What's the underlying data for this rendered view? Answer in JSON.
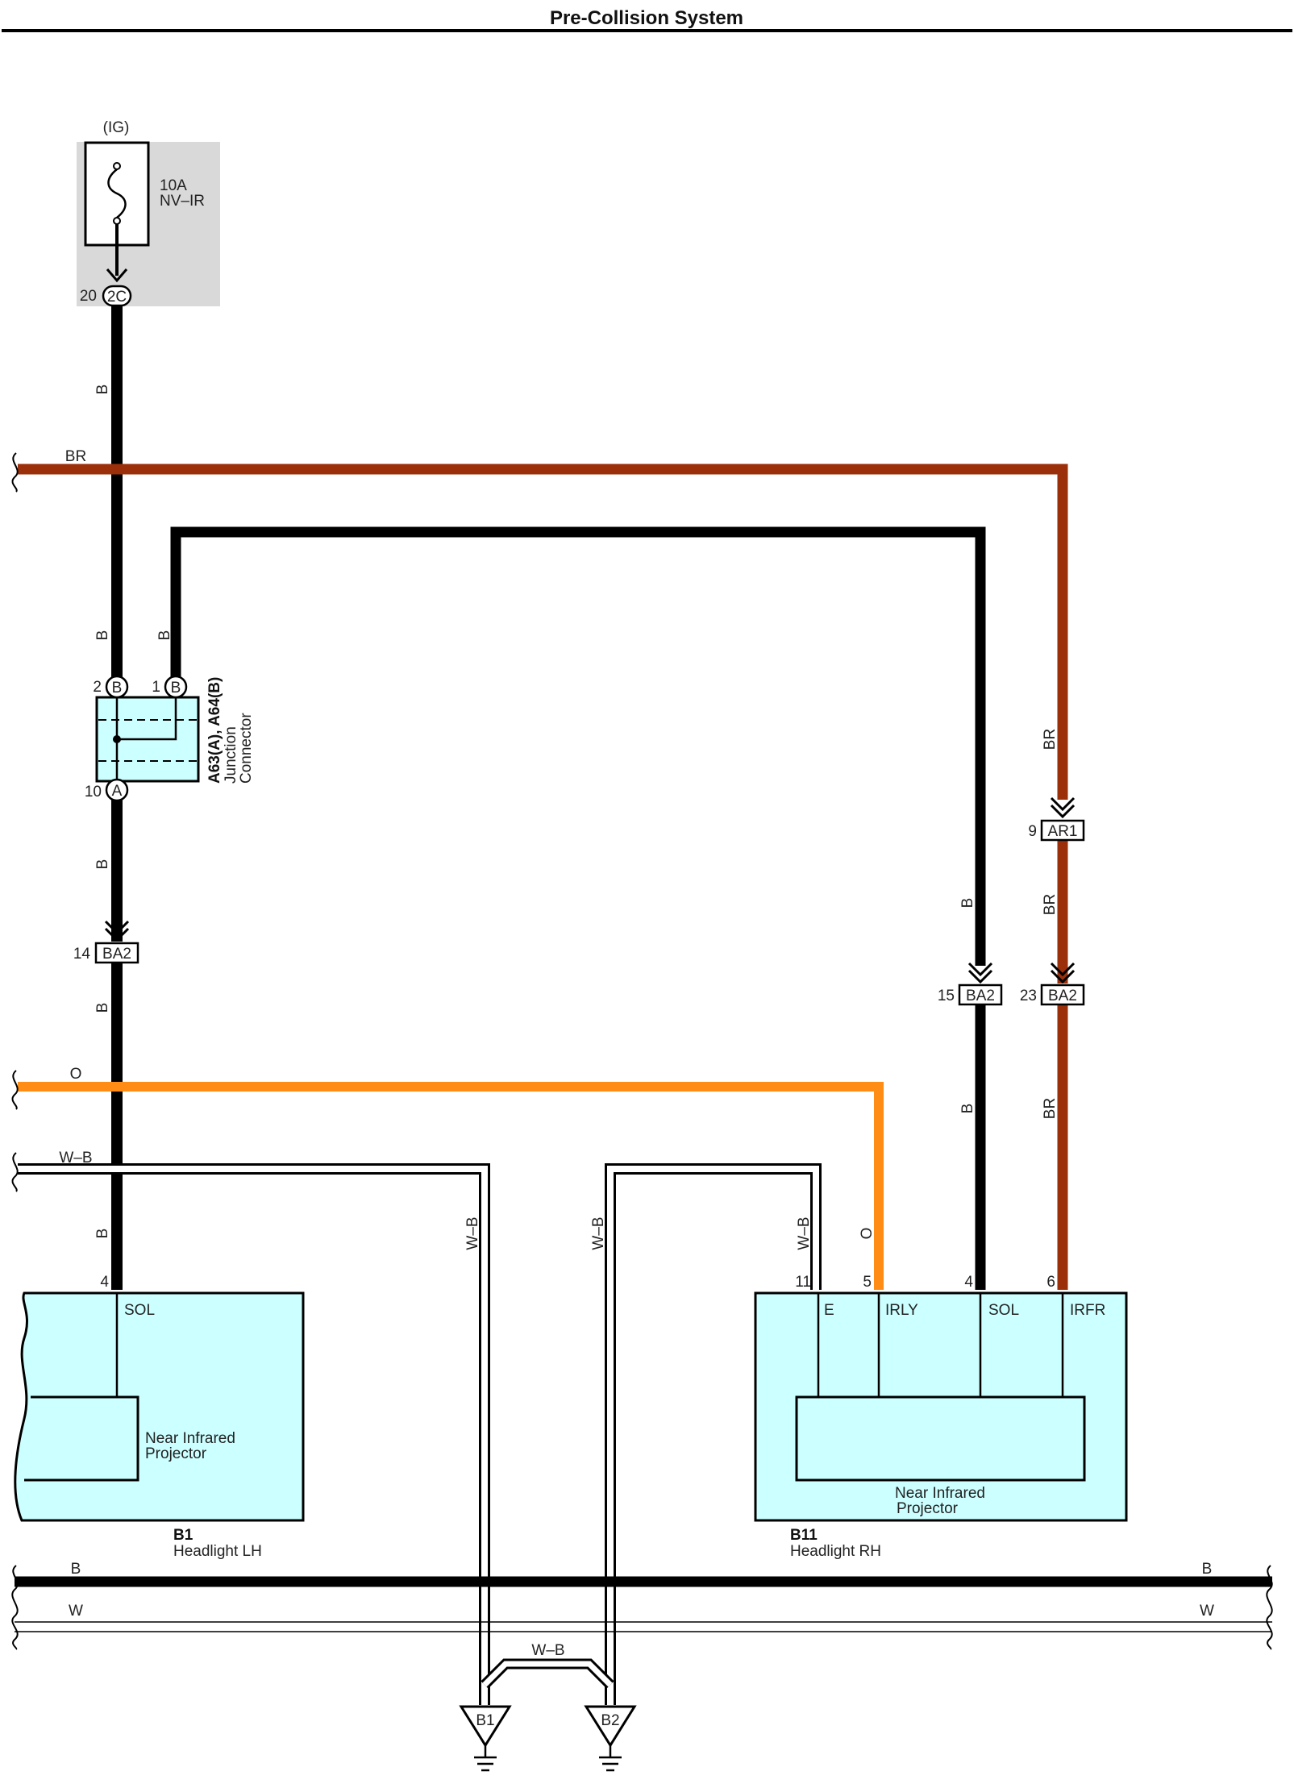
{
  "page_title": "Pre-Collision System",
  "colors": {
    "B": "#000000",
    "BR": "#9b2f0a",
    "O": "#ff8c14",
    "W": "#ffffff",
    "component_fill": "#ccffff",
    "fuse_block_fill": "#d9d9d9"
  },
  "fuse": {
    "supply": "(IG)",
    "rating": "10A",
    "name": "NV–IR",
    "pin": "20",
    "connector": "2C"
  },
  "junction_connector": {
    "code": "A63(A), A64(B)",
    "line1": "Junction",
    "line2": "Connector",
    "pins": [
      {
        "num": "2",
        "conn": "B"
      },
      {
        "num": "1",
        "conn": "B"
      },
      {
        "num": "10",
        "conn": "A"
      }
    ]
  },
  "inline_connectors": [
    {
      "num": "14",
      "code": "BA2"
    },
    {
      "num": "9",
      "code": "AR1"
    },
    {
      "num": "15",
      "code": "BA2"
    },
    {
      "num": "23",
      "code": "BA2"
    }
  ],
  "wire_labels": {
    "b": "B",
    "br": "BR",
    "o": "O",
    "wb": "W–B",
    "w": "W"
  },
  "headlight_lh": {
    "code": "B1",
    "name": "Headlight LH",
    "pin": "4",
    "terminal": "SOL",
    "inner": [
      "Near Infrared",
      "Projector"
    ]
  },
  "headlight_rh": {
    "code": "B11",
    "name": "Headlight RH",
    "pins": [
      "11",
      "5",
      "4",
      "6"
    ],
    "terminals": [
      "E",
      "IRLY",
      "SOL",
      "IRFR"
    ],
    "inner": [
      "Near Infrared",
      "Projector"
    ]
  },
  "grounds": [
    "B1",
    "B2"
  ]
}
